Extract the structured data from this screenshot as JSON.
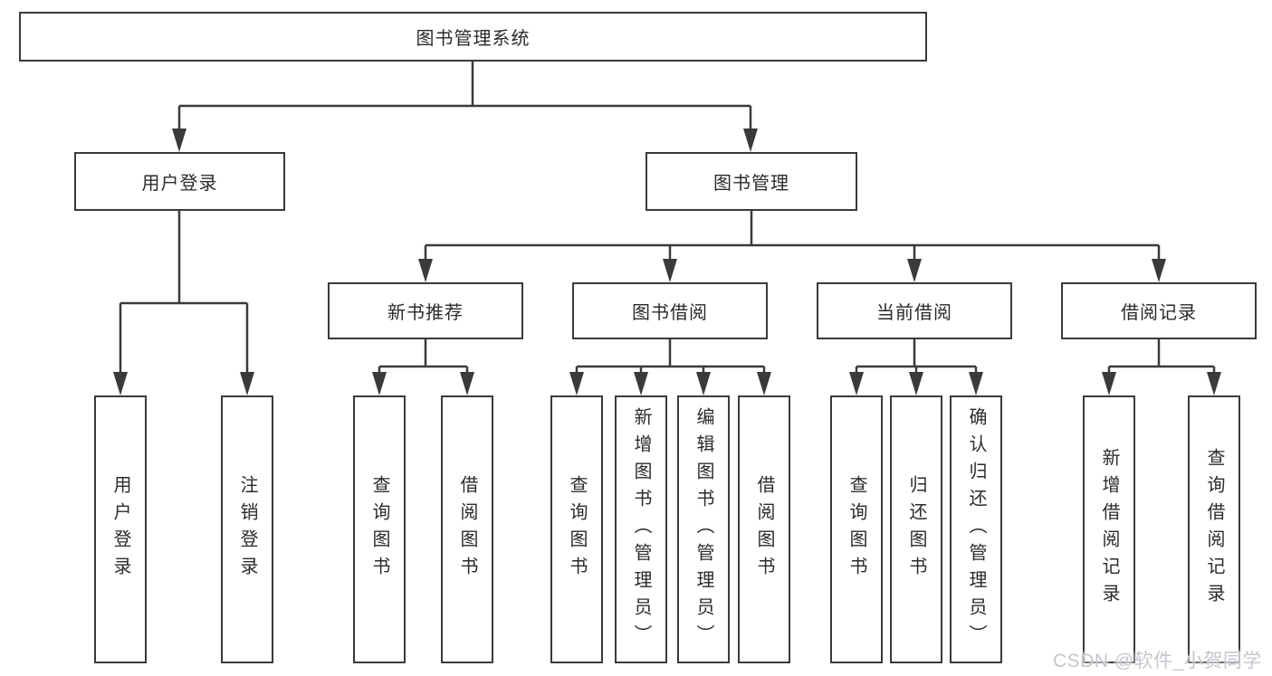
{
  "tree": {
    "root": {
      "label": "图书管理系统"
    },
    "login": {
      "label": "用户登录",
      "children": [
        {
          "label": "用户登录"
        },
        {
          "label": "注销登录"
        }
      ]
    },
    "mgmt": {
      "label": "图书管理",
      "children": [
        {
          "label": "新书推荐",
          "children": [
            {
              "label": "查询图书"
            },
            {
              "label": "借阅图书"
            }
          ]
        },
        {
          "label": "图书借阅",
          "children": [
            {
              "label": "查询图书"
            },
            {
              "label": "新增图书（管理员）"
            },
            {
              "label": "编辑图书（管理员）"
            },
            {
              "label": "借阅图书"
            }
          ]
        },
        {
          "label": "当前借阅",
          "children": [
            {
              "label": "查询图书"
            },
            {
              "label": "归还图书"
            },
            {
              "label": "确认归还（管理员）"
            }
          ]
        },
        {
          "label": "借阅记录",
          "children": [
            {
              "label": "新增借阅记录"
            },
            {
              "label": "查询借阅记录"
            }
          ]
        }
      ]
    }
  },
  "watermark": {
    "text": "CSDN @软件_小贺同学"
  },
  "colors": {
    "line": "#3a3a3a",
    "text": "#2b2b2b",
    "box_background": "#ffffff",
    "watermark": "#c4c7cd"
  }
}
